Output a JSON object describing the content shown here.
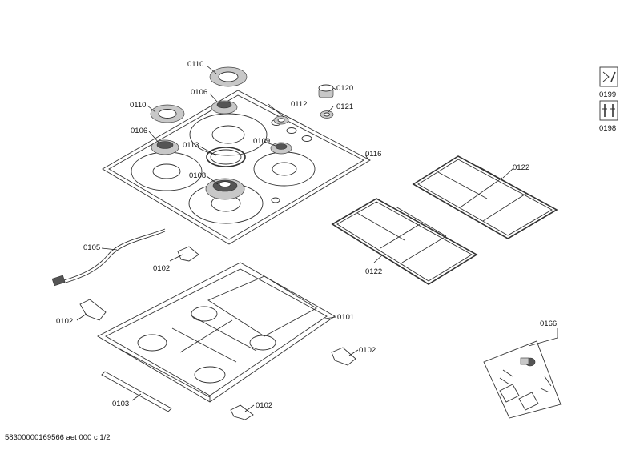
{
  "labels": {
    "p0110a": "0110",
    "p0110b": "0110",
    "p0106a": "0106",
    "p0106b": "0106",
    "p0112": "0112",
    "p0120": "0120",
    "p0121": "0121",
    "p0113": "0113",
    "p0109": "0109",
    "p0108": "0108",
    "p0116": "0116",
    "p0122a": "0122",
    "p0122b": "0122",
    "p0105": "0105",
    "p0102a": "0102",
    "p0102b": "0102",
    "p0102c": "0102",
    "p0102d": "0102",
    "p0101": "0101",
    "p0103": "0103",
    "p0166": "0166",
    "p0199": "0199",
    "p0198": "0198"
  },
  "footer": "58300000169566 aet 000 c 1/2"
}
